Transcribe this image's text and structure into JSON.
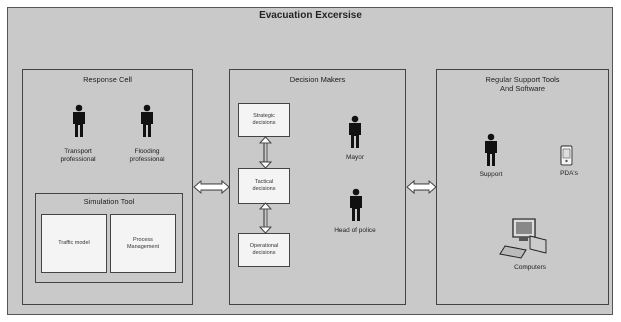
{
  "title": "Evacuation Excersise",
  "response_cell": {
    "title": "Response Cell",
    "people": [
      {
        "label": "Transport\nprofessional"
      },
      {
        "label": "Flooding\nprofessional"
      }
    ],
    "simulation_tool": {
      "title": "Simulation Tool",
      "boxes": [
        "Traffic model",
        "Process\nManagement"
      ]
    }
  },
  "decision_makers": {
    "title": "Decision Makers",
    "levels": [
      "Strategic\ndecisions",
      "Tactical\ndecisions",
      "Operational\ndecisions"
    ],
    "people": [
      {
        "label": "Mayor"
      },
      {
        "label": "Head of police"
      }
    ]
  },
  "support_tools": {
    "title": "Regular Support Tools\nAnd Software",
    "items": [
      {
        "label": "Support",
        "icon": "person-icon"
      },
      {
        "label": "PDA's",
        "icon": "pda-icon"
      },
      {
        "label": "Computers",
        "icon": "computer-icon"
      }
    ]
  },
  "colors": {
    "background": "#e9e9e9",
    "border": "#444444",
    "box": "#f4f4f4"
  }
}
